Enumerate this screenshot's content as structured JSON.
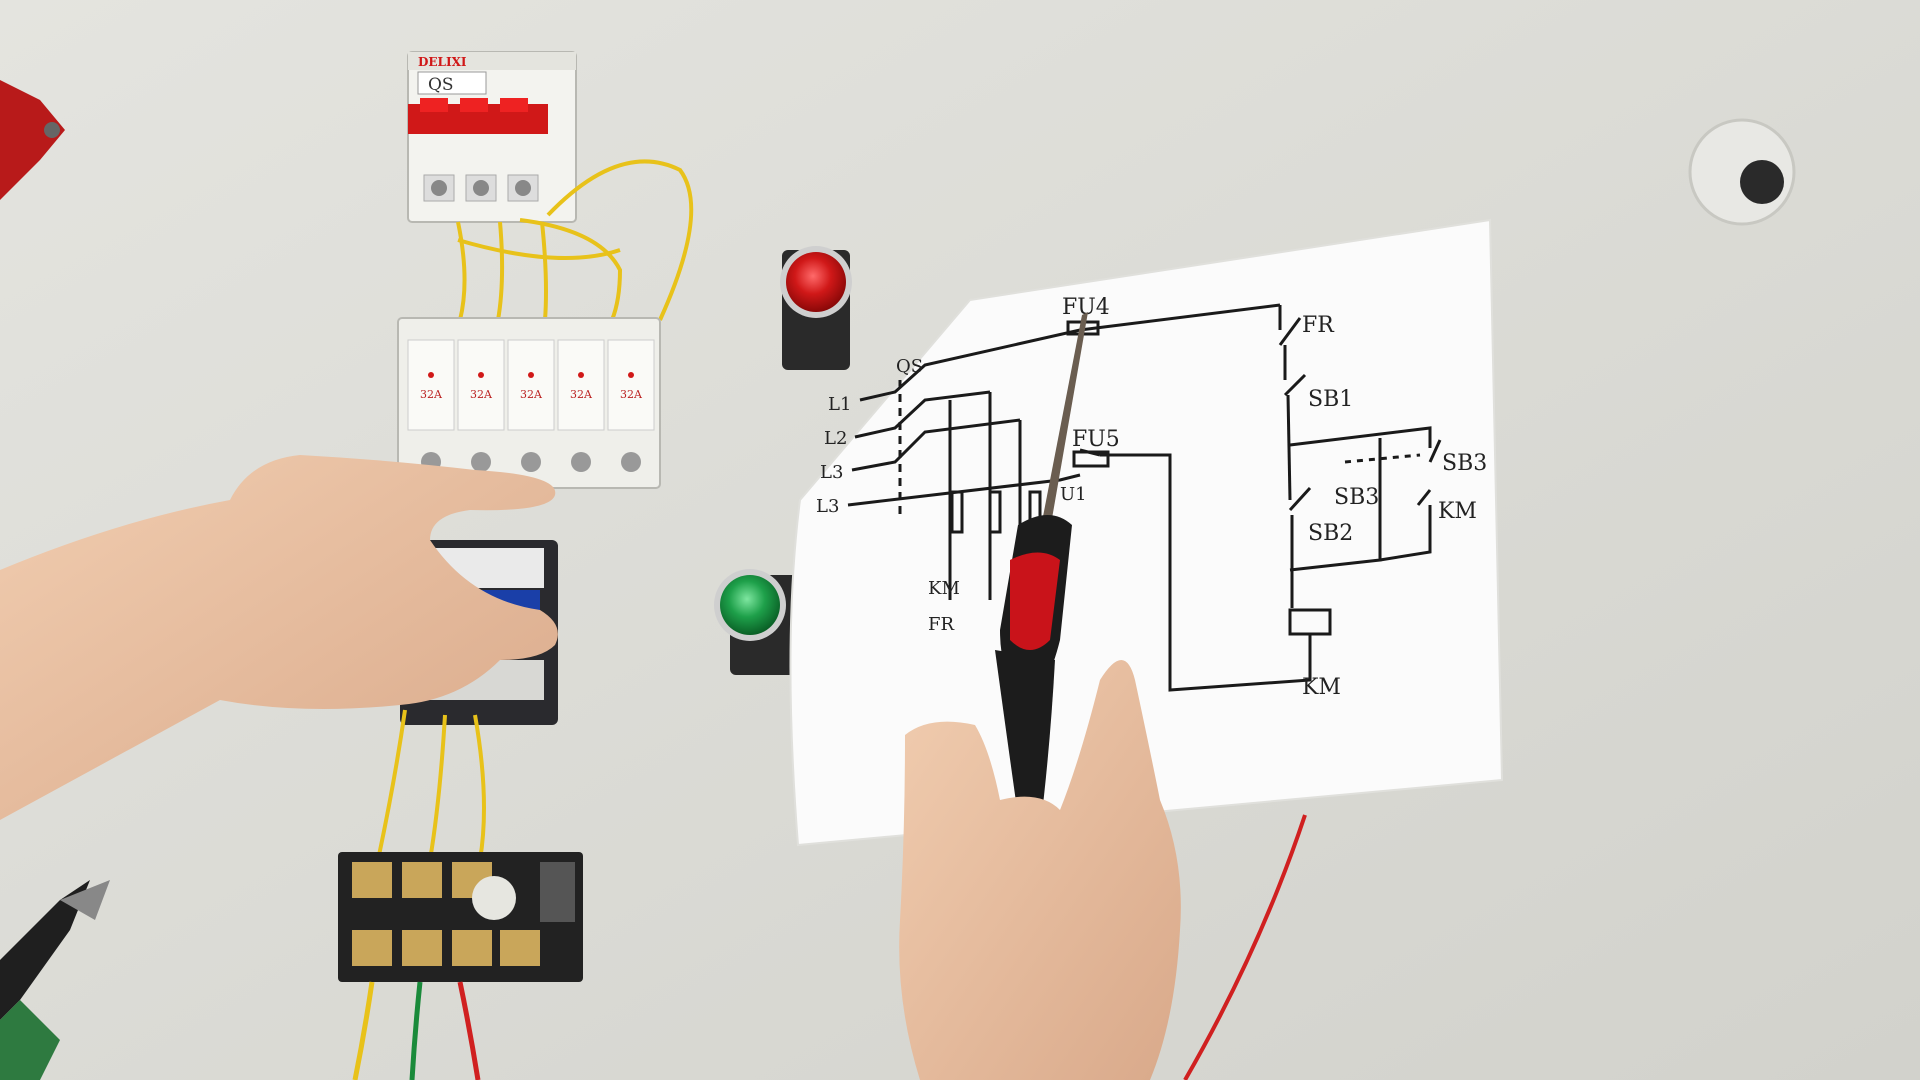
{
  "brand": "DELIXI",
  "breaker_tag": "QS",
  "fuse_rating": "32A",
  "schematic": {
    "labels": {
      "fu4": "FU4",
      "fu5": "FU5",
      "fr": "FR",
      "qs": "QS",
      "sb1": "SB1",
      "sb2": "SB2",
      "sb3a": "SB3",
      "sb3b": "SB3",
      "km_contact": "KM",
      "km_coil": "KM",
      "km_main": "KM",
      "fr_main": "FR",
      "u1": "U1",
      "l1": "L1",
      "l2": "L2",
      "l3a": "L3",
      "l3b": "L3"
    }
  },
  "colors": {
    "board": "#dcdcd6",
    "wire_yellow": "#e8c21a",
    "wire_red": "#d02020",
    "wire_green": "#1a8a3a",
    "button_red": "#d01818",
    "button_green": "#1ea04a",
    "contactor_blue": "#1a3fa8"
  }
}
